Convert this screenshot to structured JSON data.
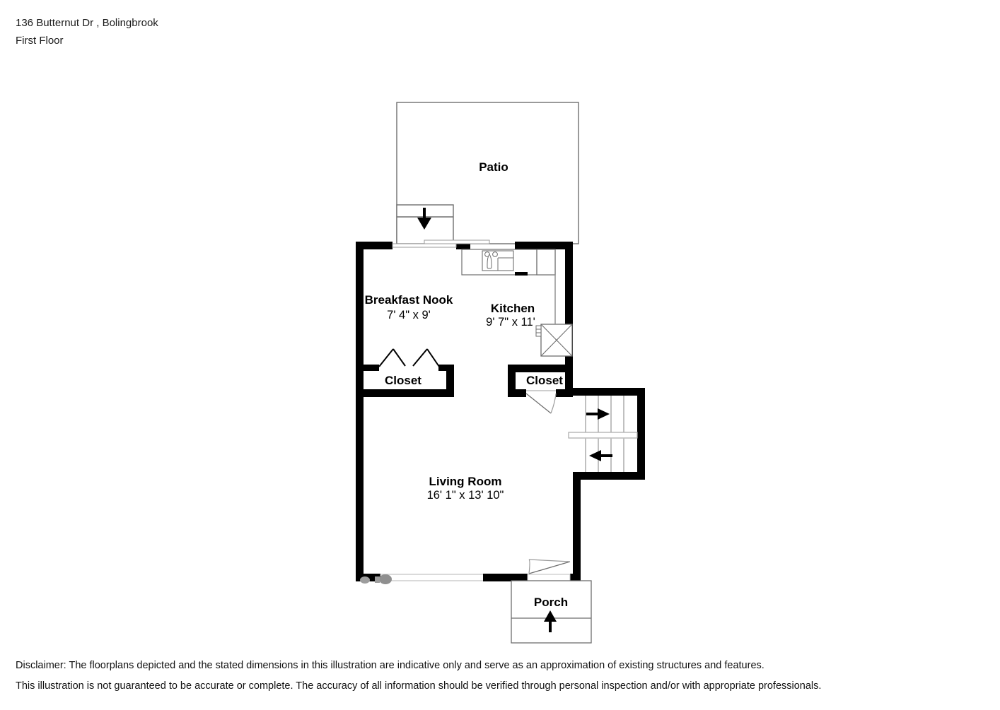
{
  "header": {
    "address": "136 Butternut Dr , Bolingbrook",
    "floor_label": "First Floor"
  },
  "disclaimer": {
    "line1": "Disclaimer: The floorplans depicted and the stated dimensions in this illustration are indicative only and serve as an approximation of existing structures and features.",
    "line2": "This illustration is not guaranteed to be accurate or complete. The accuracy of all information should be verified through personal inspection and/or with appropriate professionals."
  },
  "floorplan": {
    "title": "First Floor",
    "wall_color": "#000000",
    "thin_line_color": "#808080",
    "rooms": [
      {
        "id": "patio",
        "name": "Patio",
        "dimensions": ""
      },
      {
        "id": "breakfast-nook",
        "name": "Breakfast Nook",
        "dimensions": "7' 4\" x 9'"
      },
      {
        "id": "kitchen",
        "name": "Kitchen",
        "dimensions": "9' 7\" x 11'"
      },
      {
        "id": "closet-left",
        "name": "Closet",
        "dimensions": ""
      },
      {
        "id": "closet-right",
        "name": "Closet",
        "dimensions": ""
      },
      {
        "id": "living-room",
        "name": "Living Room",
        "dimensions": "16' 1\" x 13' 10\""
      },
      {
        "id": "porch",
        "name": "Porch",
        "dimensions": ""
      }
    ],
    "features": [
      {
        "id": "patio-step-arrow",
        "name": "down-arrow",
        "direction": "down"
      },
      {
        "id": "stair-up-arrow",
        "name": "right-arrow",
        "direction": "right"
      },
      {
        "id": "stair-down-arrow",
        "name": "left-arrow",
        "direction": "left"
      },
      {
        "id": "porch-entry-arrow",
        "name": "up-arrow",
        "direction": "up"
      },
      {
        "id": "kitchen-sink",
        "name": "sink"
      },
      {
        "id": "kitchen-range",
        "name": "range-appliance"
      },
      {
        "id": "stairs",
        "name": "staircase"
      },
      {
        "id": "sliding-door",
        "name": "sliding-glass-door"
      },
      {
        "id": "front-door",
        "name": "entry-door"
      }
    ]
  }
}
